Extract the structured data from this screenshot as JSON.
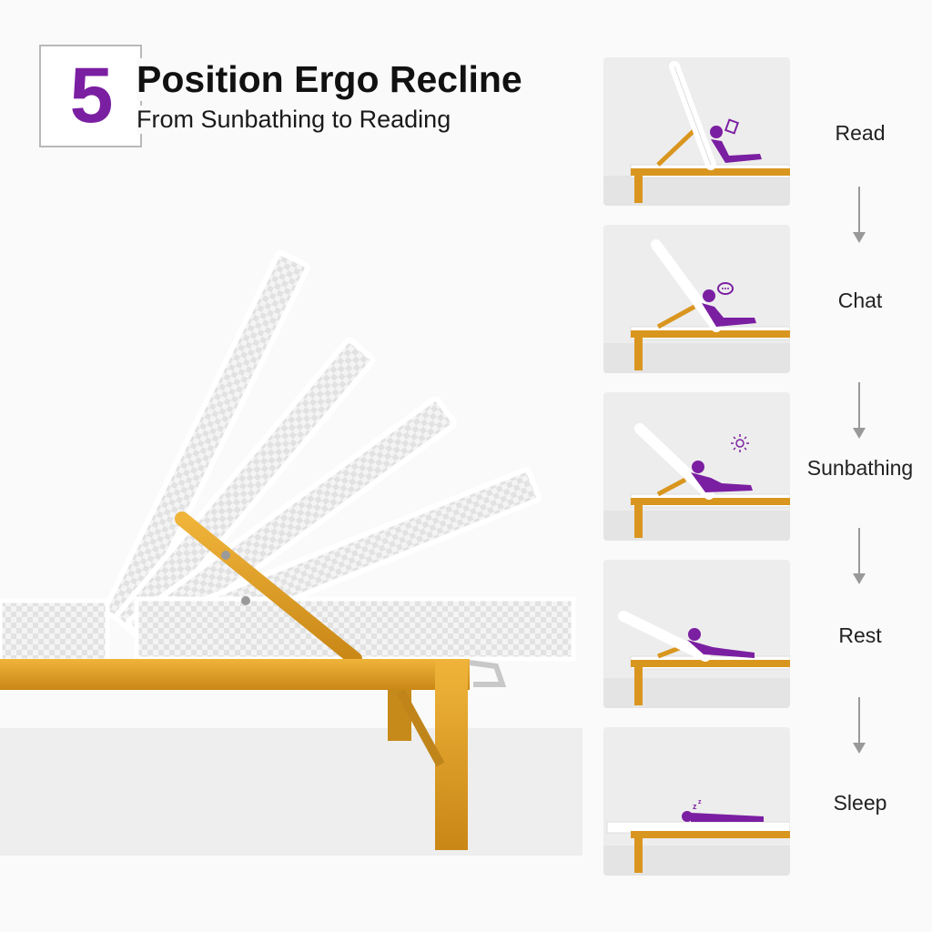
{
  "header": {
    "number": "5",
    "title": "Position Ergo Recline",
    "subtitle": "From Sunbathing to Reading"
  },
  "colors": {
    "accent": "#7b1fa2",
    "frame": "#d9961f",
    "panel_bg": "#ededed"
  },
  "positions": [
    {
      "label": "Read",
      "icon": "book-icon"
    },
    {
      "label": "Chat",
      "icon": "speech-bubble-icon"
    },
    {
      "label": "Sunbathing",
      "icon": "sun-icon"
    },
    {
      "label": "Rest",
      "icon": "none"
    },
    {
      "label": "Sleep",
      "icon": "zzz-icon"
    }
  ]
}
